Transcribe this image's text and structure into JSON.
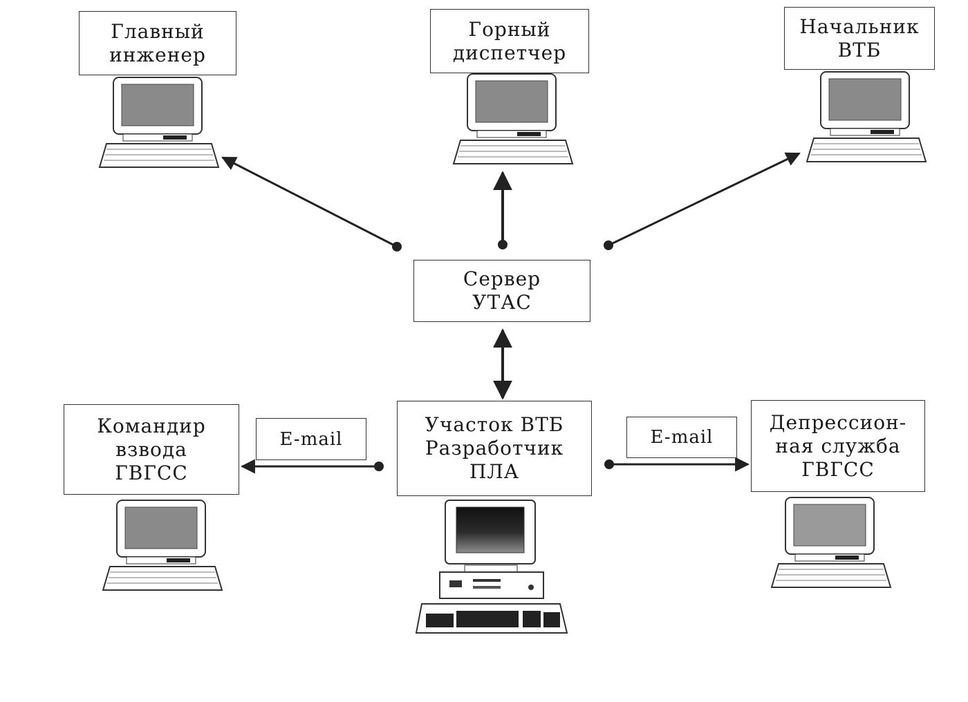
{
  "nodes": {
    "chief_engineer": {
      "lines": [
        "Главный",
        "инженер"
      ]
    },
    "mine_dispatcher": {
      "lines": [
        "Горный",
        "диспетчер"
      ]
    },
    "vtb_chief": {
      "lines": [
        "Начальник",
        "ВТБ"
      ]
    },
    "server": {
      "lines": [
        "Сервер",
        "УТАС"
      ]
    },
    "platoon_commander": {
      "lines": [
        "Командир",
        "взвода",
        "ГВГСС"
      ]
    },
    "vtb_section": {
      "lines": [
        "Участок ВТБ",
        "Разработчик",
        "ПЛА"
      ]
    },
    "depression_service": {
      "lines": [
        "Депрессион-",
        "ная служба",
        "ГВГСС"
      ]
    }
  },
  "email_labels": {
    "left": "E-mail",
    "right": "E-mail"
  },
  "colors": {
    "line": "#222222",
    "box_border": "#333333",
    "screen": "#8a8a8a",
    "screen_dark": "#2a2a2a"
  }
}
